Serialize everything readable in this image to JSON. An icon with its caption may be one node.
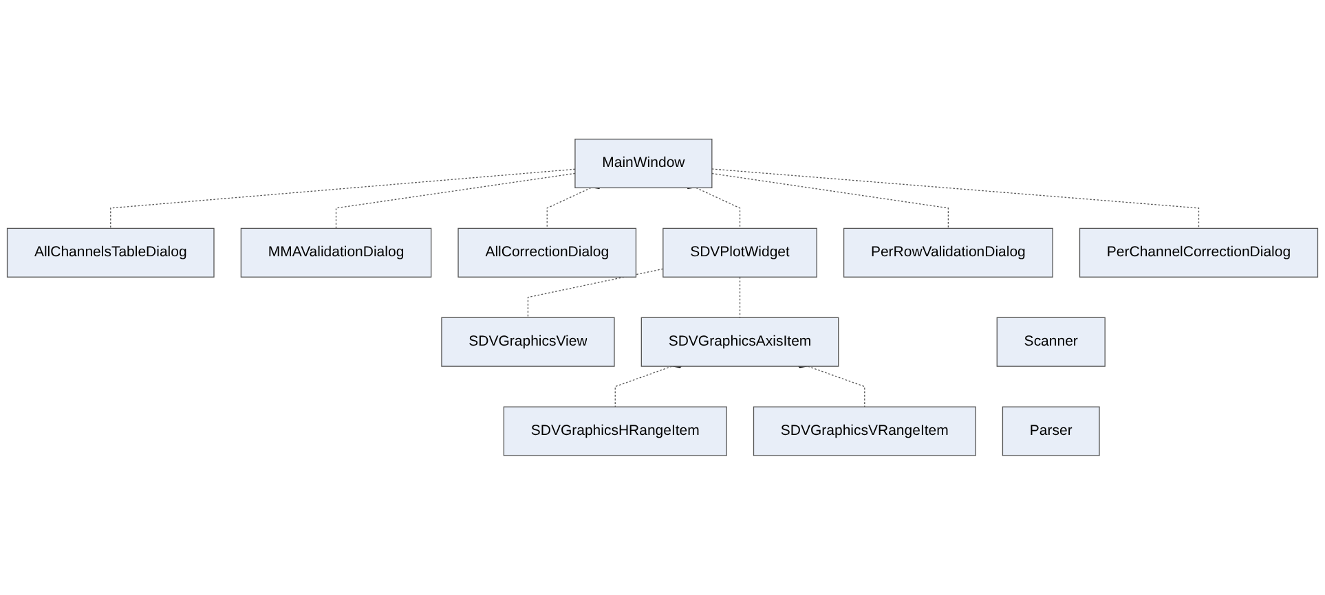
{
  "diagram": {
    "nodes": [
      {
        "text": [
          "MainWindow"
        ]
      },
      {
        "text": [
          "AllChannelsTableDialog"
        ]
      },
      {
        "text": [
          "MMAValidationDialog"
        ]
      },
      {
        "text": [
          "AllCorrectionDialog"
        ]
      },
      {
        "text": [
          "SDVPlotWidget"
        ]
      },
      {
        "text": [
          "PerRowValidationDialog"
        ]
      },
      {
        "text": [
          "PerChannelCorrectionDialog"
        ]
      },
      {
        "text": [
          "SDVGraphicsView"
        ]
      },
      {
        "text": [
          "SDVGraphicsAxisItem"
        ]
      },
      {
        "text": [
          "Scanner"
        ]
      },
      {
        "text": [
          "SDVGraphicsHRangeItem"
        ]
      },
      {
        "text": [
          "SDVGraphicsVRangeItem"
        ]
      },
      {
        "text": [
          "Parser"
        ]
      }
    ],
    "edges": [
      {
        "from": 0,
        "to": 4,
        "arrow": "other",
        "style": "dashed"
      },
      {
        "from": 0,
        "to": 1,
        "arrow": "other",
        "style": "dashed"
      },
      {
        "from": 0,
        "to": 2,
        "arrow": "other",
        "style": "dashed"
      },
      {
        "from": 0,
        "to": 3,
        "arrow": "other",
        "style": "dashed"
      },
      {
        "from": 0,
        "to": 5,
        "arrow": "other",
        "style": "dashed"
      },
      {
        "from": 0,
        "to": 6,
        "arrow": "other",
        "style": "dashed"
      },
      {
        "from": 4,
        "to": 7,
        "arrow": "other",
        "style": "dashed"
      },
      {
        "from": 4,
        "to": 8,
        "arrow": "other",
        "style": "dashed"
      },
      {
        "from": 8,
        "to": 10,
        "arrow": "other",
        "style": "dashed"
      },
      {
        "from": 8,
        "to": 11,
        "arrow": "other",
        "style": "dashed"
      }
    ]
  }
}
